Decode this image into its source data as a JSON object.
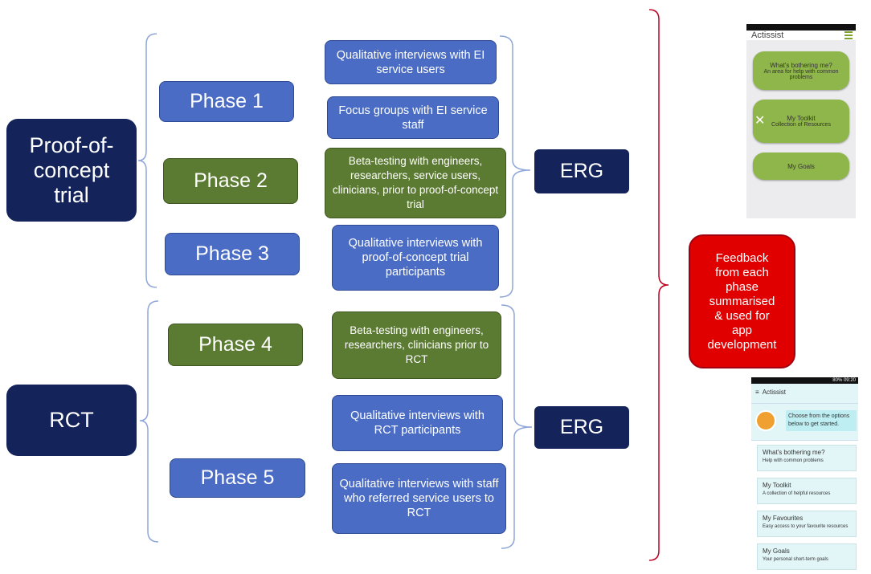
{
  "trials": {
    "poc": "Proof-of-concept trial",
    "rct": "RCT"
  },
  "phases": [
    "Phase 1",
    "Phase 2",
    "Phase 3",
    "Phase 4",
    "Phase 5"
  ],
  "activities": [
    "Qualitative interviews with EI service users",
    "Focus groups with EI service staff",
    "Beta-testing with engineers, researchers, service users, clinicians,  prior to proof-of-concept trial",
    "Qualitative interviews with proof-of-concept trial participants",
    "Beta-testing with engineers, researchers, clinicians prior to RCT",
    "Qualitative interviews with RCT participants",
    "Qualitative interviews with staff who referred service users to RCT"
  ],
  "erg": [
    "ERG",
    "ERG"
  ],
  "feedback": "Feedback from each phase summarised & used for app development",
  "colors": {
    "navy": "#14245a",
    "blue": "#4a6cc4",
    "green": "#5b7a32",
    "red": "#e00000"
  },
  "phone1": {
    "app_name": "Actissist",
    "buttons": [
      {
        "title": "What's bothering me?",
        "subtitle": "An area for help with common problems"
      },
      {
        "title": "My Toolkit",
        "subtitle": "Collection of Resources",
        "icon": "tools-icon"
      },
      {
        "title": "My Goals",
        "subtitle": ""
      }
    ]
  },
  "phone2": {
    "status": "80% 09:20",
    "app_name": "Actissist",
    "intro": "Choose from the options below to get started.",
    "cards": [
      {
        "title": "What's bothering me?",
        "subtitle": "Help with common problems"
      },
      {
        "title": "My Toolkit",
        "subtitle": "A collection of helpful resources"
      },
      {
        "title": "My Favourites",
        "subtitle": "Easy access to your favourite resources"
      },
      {
        "title": "My Goals",
        "subtitle": "Your personal short-term goals"
      }
    ]
  }
}
